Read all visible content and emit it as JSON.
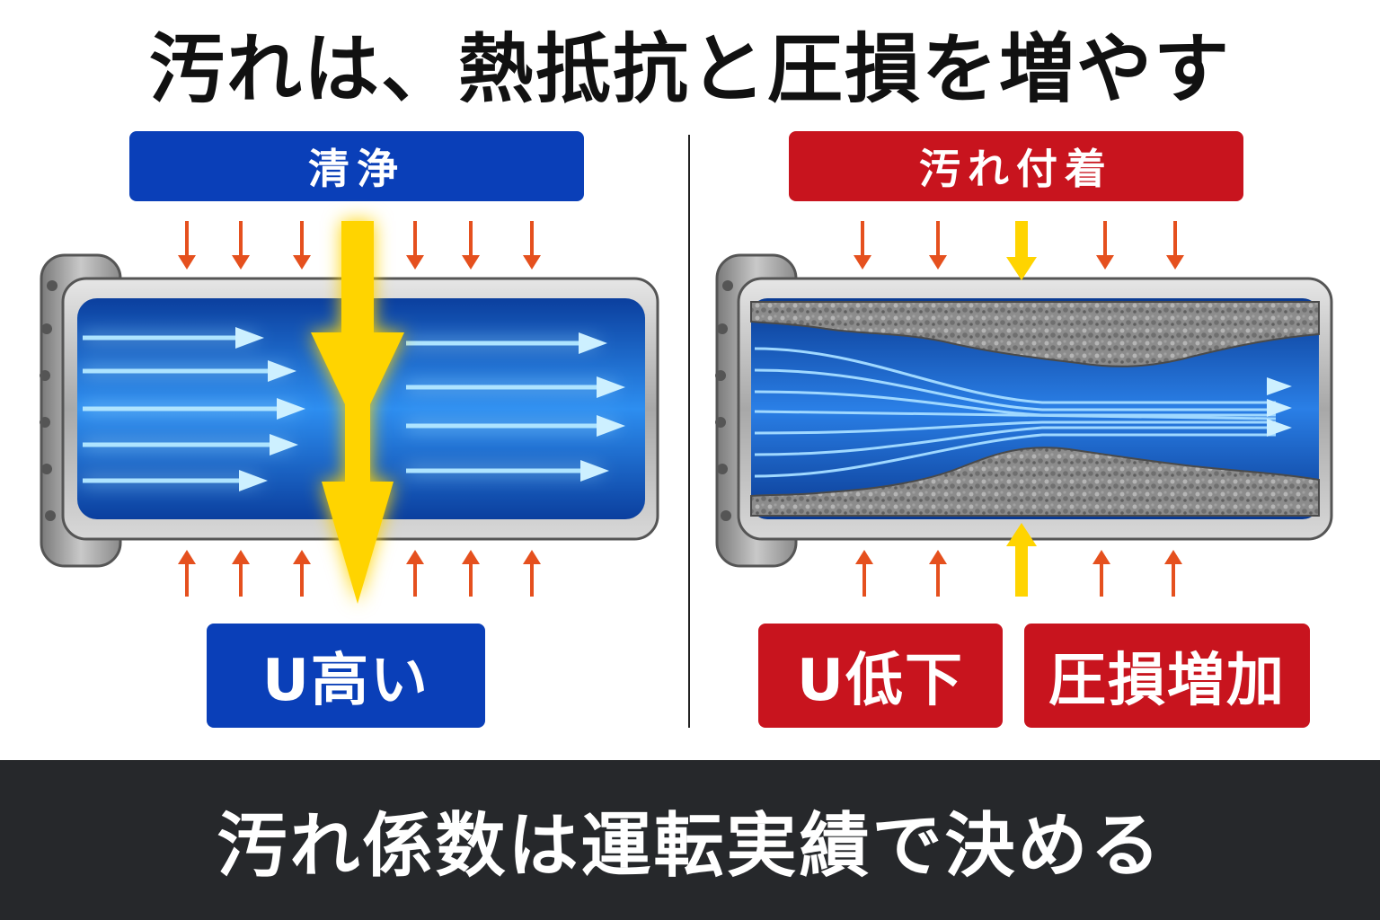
{
  "title": "汚れは、熱抵抗と圧損を増やす",
  "left_panel": {
    "header": "清浄",
    "result": "U高い"
  },
  "right_panel": {
    "header": "汚れ付着",
    "result_u": "U低下",
    "result_dp": "圧損増加"
  },
  "footer": "汚れ係数は運転実績で決める",
  "colors": {
    "clean_blue": "#0a3fb8",
    "fouled_red": "#c8141e",
    "heat_arrow_orange": "#e5501e",
    "heat_flux_yellow": "#ffd400",
    "fluid_blue": "#1f6fe0",
    "footer_bg": "#26282b"
  }
}
